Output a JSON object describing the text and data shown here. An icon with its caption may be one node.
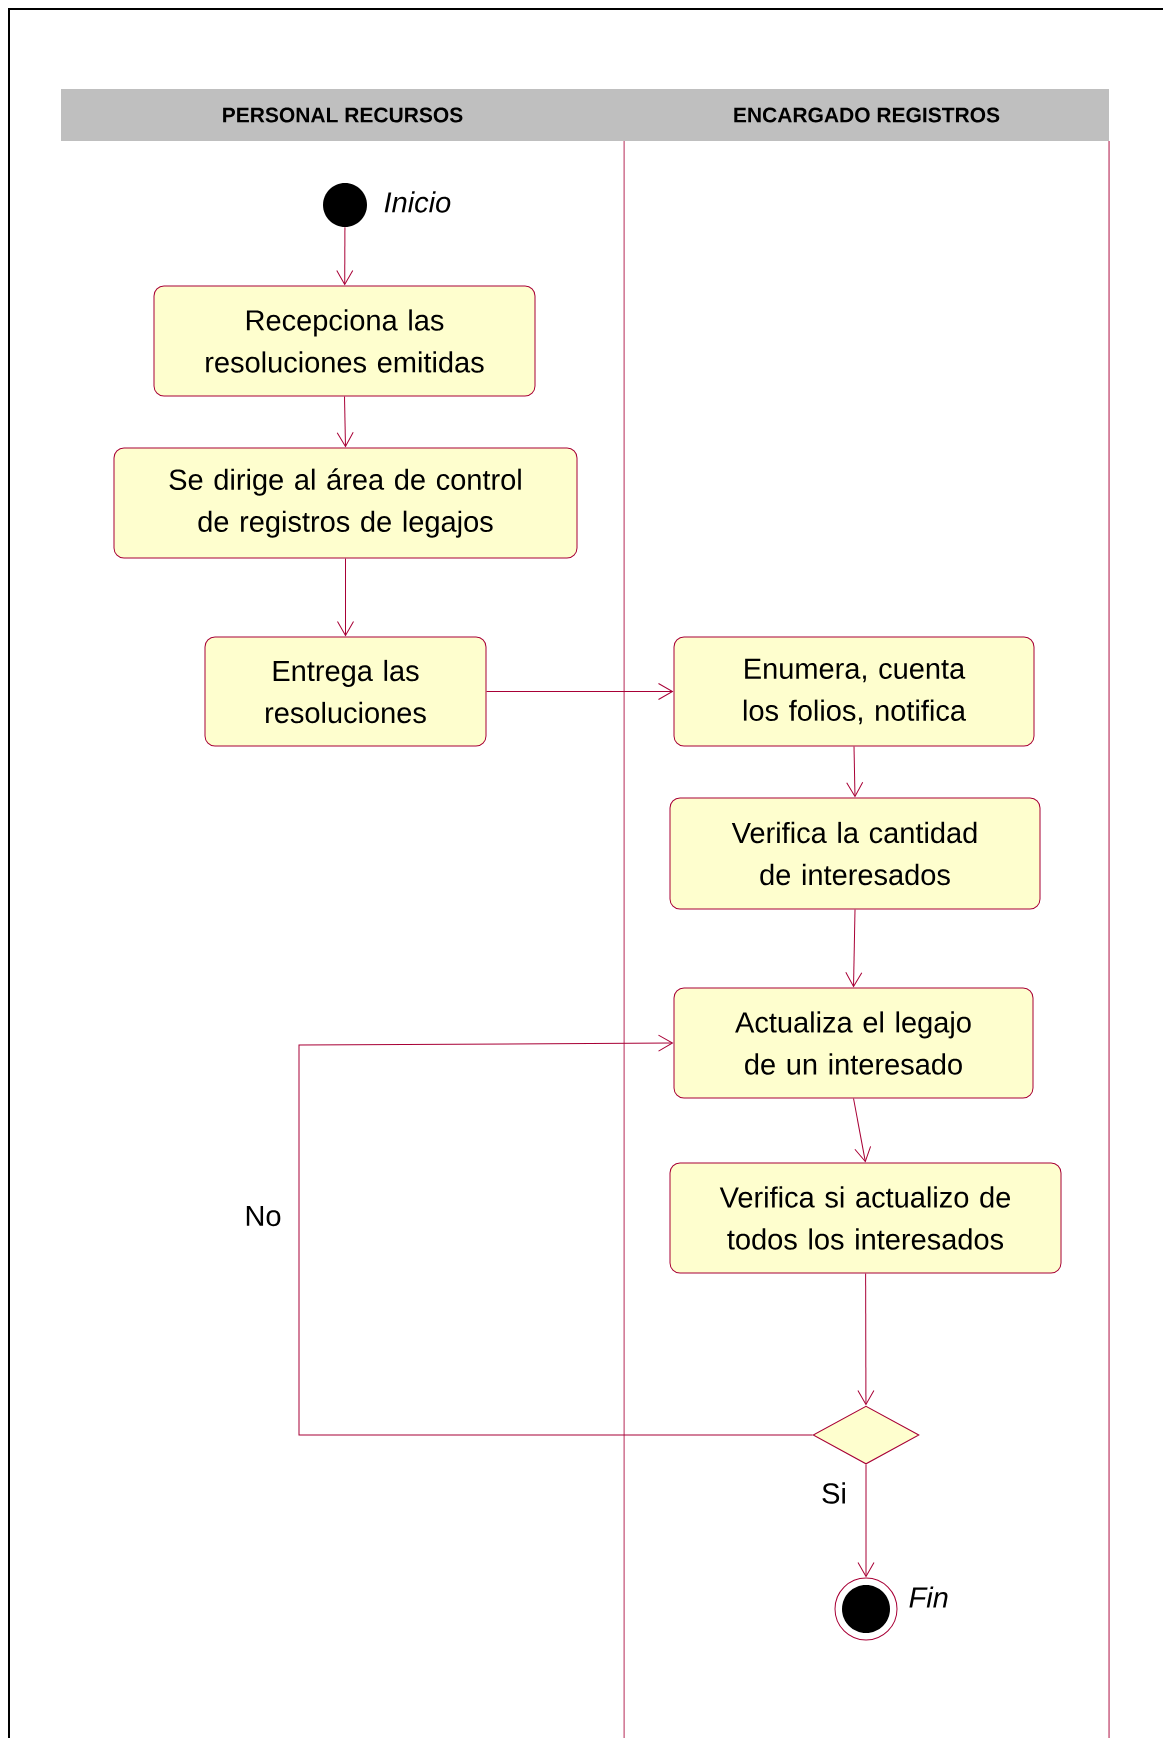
{
  "diagram": {
    "nodes": [
      {
        "text": [
          "PERSONAL RECURSOS"
        ]
      },
      {
        "text": [
          "ENCARGADO REGISTROS"
        ]
      },
      {
        "text": [],
        "shape": "circle",
        "in": 0,
        "beside": [
          "Inicio"
        ]
      },
      {
        "text": [
          "Recepciona las resoluciones emitidas"
        ],
        "in": 0
      },
      {
        "text": [
          "Se dirige al área de control de registros de legajos"
        ],
        "in": 0
      },
      {
        "text": [
          "Entrega las resoluciones"
        ],
        "in": 0
      },
      {
        "text": [
          "Enumera, cuenta los folios, notifica"
        ],
        "in": 1
      },
      {
        "text": [
          "Verifica la cantidad de interesados"
        ],
        "in": 1
      },
      {
        "text": [
          "Actualiza el legajo de un interesado"
        ],
        "in": 1
      },
      {
        "text": [
          "Verifica si actualizo de todos los interesados"
        ],
        "in": 1
      },
      {
        "text": [],
        "shape": "diamond",
        "in": 1
      },
      {
        "text": [],
        "shape": "circle",
        "in": 1,
        "beside": [
          "Fin"
        ]
      }
    ],
    "edges": [
      {
        "from": 2,
        "to": 3,
        "arrow": "to"
      },
      {
        "from": 3,
        "to": 4,
        "arrow": "to"
      },
      {
        "from": 4,
        "to": 5,
        "arrow": "to"
      },
      {
        "from": 5,
        "to": 6,
        "arrow": "to"
      },
      {
        "from": 6,
        "to": 7,
        "arrow": "to"
      },
      {
        "from": 7,
        "to": 8,
        "arrow": "to"
      },
      {
        "from": 8,
        "to": 9,
        "arrow": "to"
      },
      {
        "from": 9,
        "to": 10,
        "arrow": "to"
      },
      {
        "from": 10,
        "to": 8,
        "arrow": "to",
        "label": "No"
      },
      {
        "from": 10,
        "to": 11,
        "arrow": "to",
        "label": "Si"
      }
    ]
  }
}
